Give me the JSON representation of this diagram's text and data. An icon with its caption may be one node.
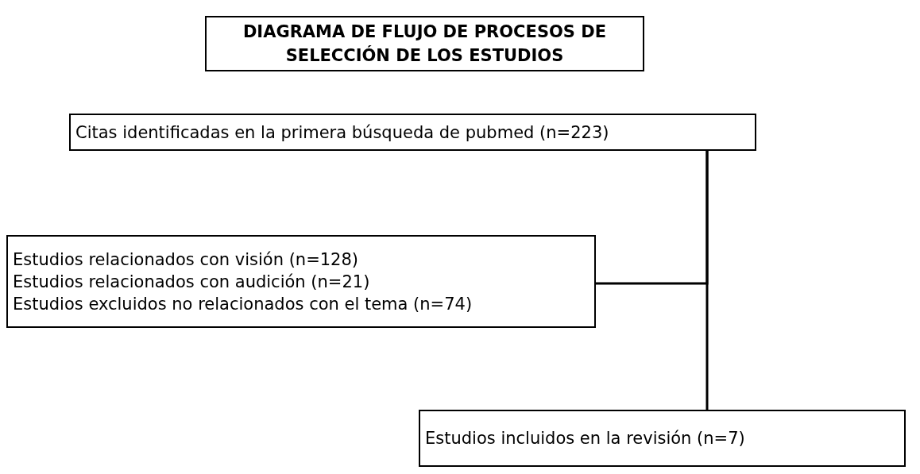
{
  "diagram": {
    "nodes": [
      {
        "text": [
          "DIAGRAMA DE FLUJO DE PROCESOS DE SELECCIÓN DE LOS ESTUDIOS"
        ]
      },
      {
        "text": [
          "Citas identificadas en la primera búsqueda de pubmed (n=223)"
        ]
      },
      {
        "text": [
          "Estudios relacionados con visión (n=128)",
          "Estudios relacionados con audición (n=21)",
          "Estudios excluidos no relacionados con el tema (n=74)"
        ]
      },
      {
        "text": [
          "Estudios incluidos en la revisión (n=7)"
        ]
      }
    ],
    "edges": [
      {
        "from": 1,
        "to": 3,
        "arrow": "none"
      },
      {
        "from": 1,
        "to": 2,
        "arrow": "none"
      }
    ]
  }
}
